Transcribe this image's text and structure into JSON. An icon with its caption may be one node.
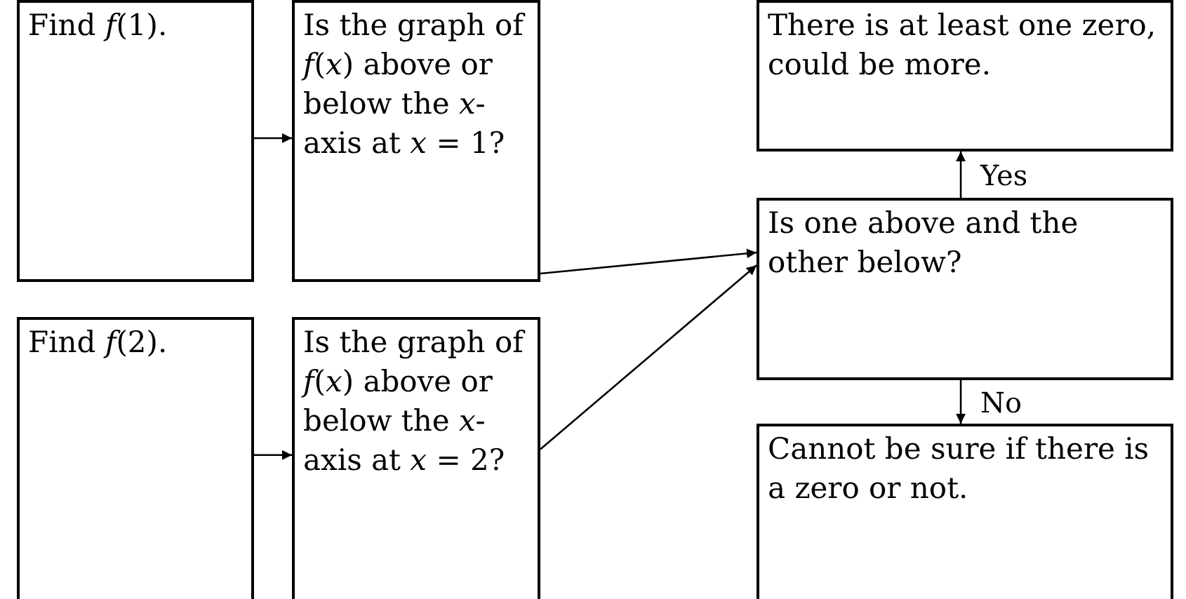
{
  "diagram": {
    "nodes": [
      {
        "text": [
          "Find *f*(1)."
        ]
      },
      {
        "text": [
          "Is the graph of *f*(*x*) above or below the *x*-axis at *x* = 1?"
        ]
      },
      {
        "text": [
          "There is at least one zero, could be more."
        ]
      },
      {
        "text": [
          "Is one above and the other below?"
        ]
      },
      {
        "text": [
          "Find *f*(2)."
        ]
      },
      {
        "text": [
          "Is the graph of *f*(*x*) above or below the *x*-axis at *x* = 2?"
        ]
      },
      {
        "text": [
          "Cannot be sure if there is a zero or not."
        ]
      }
    ],
    "edges": [
      {
        "from": 0,
        "to": 1,
        "arrow": "to"
      },
      {
        "from": 1,
        "to": 3,
        "arrow": "to"
      },
      {
        "from": 4,
        "to": 5,
        "arrow": "to"
      },
      {
        "from": 5,
        "to": 3,
        "arrow": "to"
      },
      {
        "from": 3,
        "to": 2,
        "arrow": "to",
        "label": "Yes"
      },
      {
        "from": 3,
        "to": 6,
        "arrow": "to",
        "label": "No"
      }
    ]
  }
}
